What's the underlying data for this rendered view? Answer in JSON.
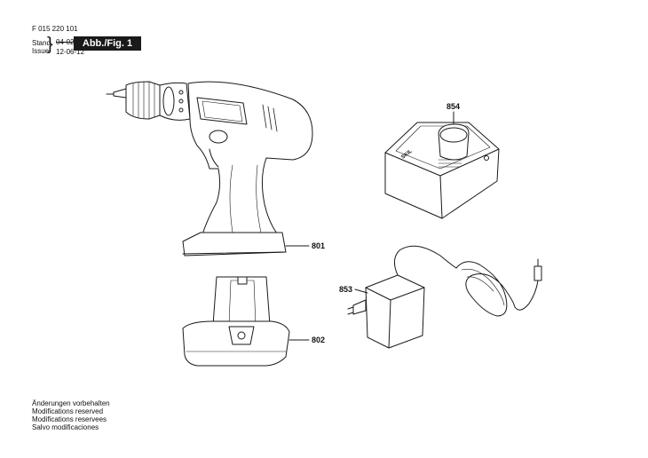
{
  "header": {
    "doc_number": "F 015 220 101",
    "stand_label": "Stand",
    "issue_label": "Issue",
    "old_date": "04-02",
    "new_date": "12-06-12",
    "figure_label": "Abb./Fig. 1"
  },
  "parts": [
    {
      "number": "801"
    },
    {
      "number": "802"
    },
    {
      "number": "853"
    },
    {
      "number": "854"
    }
  ],
  "charger_brand": "SKIL",
  "notes": [
    "Änderungen vorbehalten",
    "Modifications reserved",
    "Modifications reservees",
    "Salvo modificaciones"
  ]
}
